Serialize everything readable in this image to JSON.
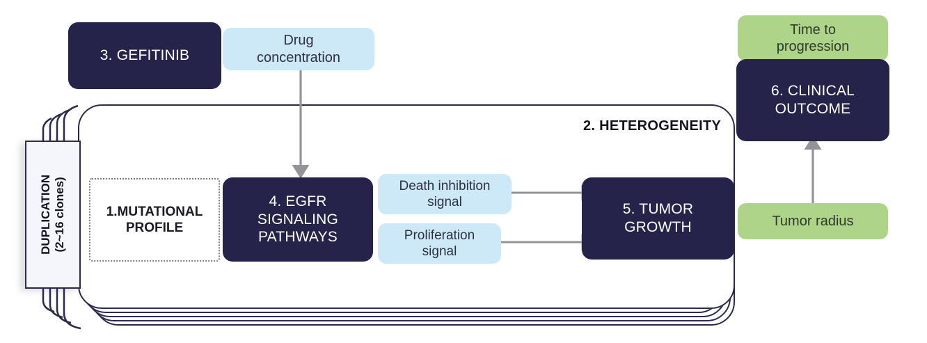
{
  "diagram": {
    "title": "EGFR signaling / gefitinib tumor model flow diagram",
    "colors": {
      "navy": "#252349",
      "light_blue": "#cde9f8",
      "green": "#aed48a",
      "arrow_gray": "#939399",
      "outline_navy": "#2b2a4d",
      "dotted_gray": "#7d7d86",
      "background": "#ffffff"
    },
    "nodes": {
      "gefitinib": {
        "label": "3. GEFITINIB",
        "style": "navy"
      },
      "drug_concentration": {
        "label": "Drug\nconcentration",
        "line1": "Drug",
        "line2": "concentration",
        "style": "light-blue"
      },
      "mutational_profile": {
        "label": "1.MUTATIONAL\nPROFILE",
        "line1": "1.MUTATIONAL",
        "line2": "PROFILE",
        "style": "dotted"
      },
      "egfr_signaling": {
        "label": "4. EGFR\nSIGNALING\nPATHWAYS",
        "line1": "4. EGFR",
        "line2": "SIGNALING",
        "line3": "PATHWAYS",
        "style": "navy"
      },
      "death_inhibition": {
        "label": "Death inhibition\nsignal",
        "line1": "Death inhibition",
        "line2": "signal",
        "style": "light-blue"
      },
      "proliferation": {
        "label": "Proliferation\nsignal",
        "line1": "Proliferation",
        "line2": "signal",
        "style": "light-blue"
      },
      "tumor_growth": {
        "label": "5. TUMOR\nGROWTH",
        "line1": "5. TUMOR",
        "line2": "GROWTH",
        "style": "navy"
      },
      "time_to_progression": {
        "label": "Time to\nprogression",
        "line1": "Time to",
        "line2": "progression",
        "style": "green"
      },
      "clinical_outcome": {
        "label": "6. CLINICAL\nOUTCOME",
        "line1": "6. CLINICAL",
        "line2": "OUTCOME",
        "style": "navy"
      },
      "tumor_radius": {
        "label": "Tumor radius",
        "style": "green"
      },
      "heterogeneity_container": {
        "label": "2. HETEROGENEITY",
        "style": "outlined-stack",
        "stack_count": 5
      },
      "duplication_tab": {
        "line1": "DUPLICATION",
        "line2": "(2~16 clones)",
        "label": "DUPLICATION (2~16 clones)",
        "style": "side-tab-rotated"
      }
    },
    "edges": [
      {
        "name": "drug-concentration-to-egfr",
        "from": "drug_concentration",
        "to": "egfr_signaling",
        "arrow": true,
        "direction": "down"
      },
      {
        "name": "death-inhibition-to-tumor-growth",
        "from": "death_inhibition",
        "to": "tumor_growth",
        "arrow": true,
        "direction": "right"
      },
      {
        "name": "proliferation-to-tumor-growth",
        "from": "proliferation",
        "to": "tumor_growth",
        "arrow": true,
        "direction": "right"
      },
      {
        "name": "tumor-radius-to-clinical-outcome",
        "from": "tumor_radius",
        "to": "clinical_outcome",
        "arrow": true,
        "direction": "up"
      }
    ]
  }
}
